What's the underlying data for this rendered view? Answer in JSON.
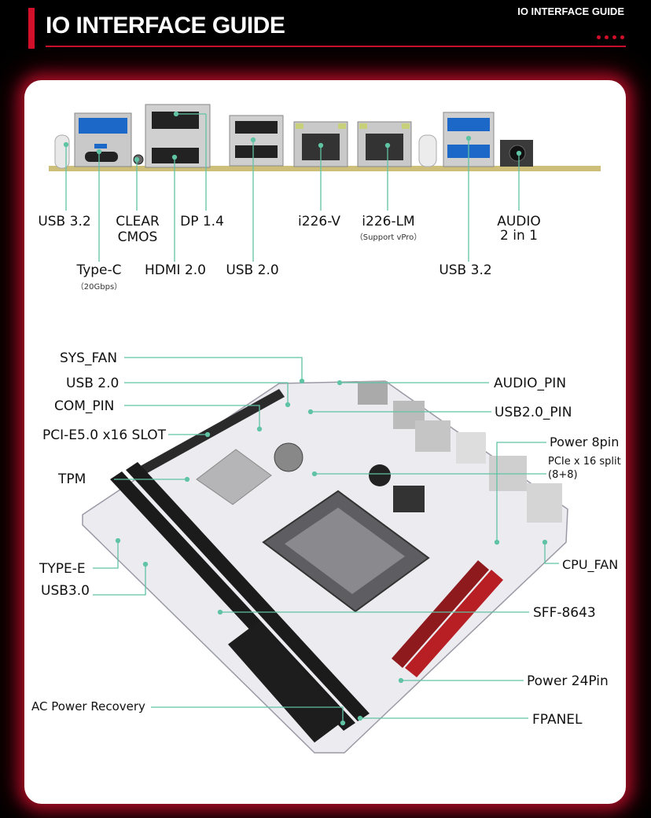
{
  "header": {
    "title": "IO INTERFACE GUIDE",
    "tag": "IO INTERFACE GUIDE"
  },
  "io_labels": {
    "usb32_left": "USB 3.2",
    "clear_cmos": "CLEAR\nCMOS",
    "dp": "DP 1.4",
    "i226v": "i226-V",
    "i226lm": "i226-LM",
    "i226lm_sub": "（Support vPro）",
    "audio": "AUDIO\n2 in 1",
    "typec": "Type-C",
    "typec_sub": "（20Gbps）",
    "hdmi": "HDMI 2.0",
    "usb20": "USB 2.0",
    "usb32_right": "USB 3.2"
  },
  "board_labels": {
    "sys_fan": "SYS_FAN",
    "usb20": "USB 2.0",
    "com_pin": "COM_PIN",
    "pcie_slot": "PCI-E5.0 x16 SLOT",
    "tpm": "TPM",
    "type_e": "TYPE-E",
    "usb30": "USB3.0",
    "ac_power": "AC Power Recovery",
    "audio_pin": "AUDIO_PIN",
    "usb20_pin": "USB2.0_PIN",
    "power8": "Power 8pin",
    "pcie_split": "PCIe x 16 split",
    "pcie_split_sub": "(8+8)",
    "cpu_fan": "CPU_FAN",
    "sff": "SFF-8643",
    "power24": "Power 24Pin",
    "fpanel": "FPANEL"
  },
  "colors": {
    "accent_red": "#d3102a",
    "leader_line": "#5fc3a4",
    "panel": "#ffffff"
  }
}
